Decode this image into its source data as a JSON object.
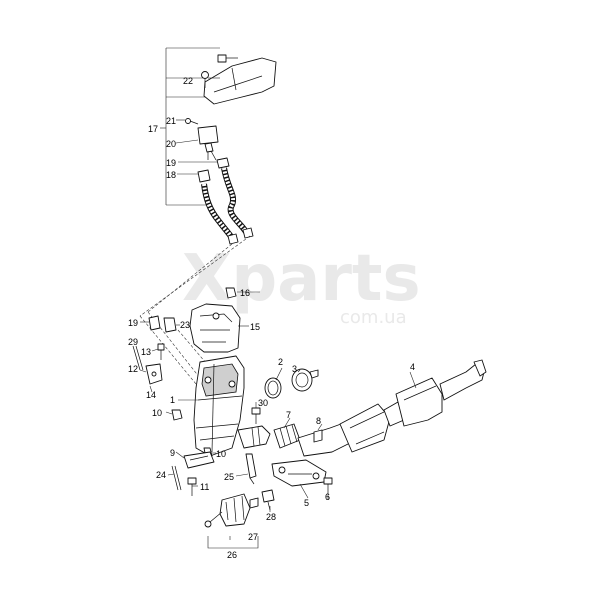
{
  "watermark": {
    "brand": "Xparts",
    "domain": "com.ua"
  },
  "callouts": {
    "c1": "1",
    "c2": "2",
    "c3": "3",
    "c4": "4",
    "c5": "5",
    "c6": "6",
    "c7": "7",
    "c8": "8",
    "c9": "9",
    "c10a": "10",
    "c10b": "10",
    "c11": "11",
    "c12": "12",
    "c13": "13",
    "c14": "14",
    "c15": "15",
    "c16": "16",
    "c17": "17",
    "c18": "18",
    "c19a": "19",
    "c19b": "19",
    "c20": "20",
    "c21": "21",
    "c22": "22",
    "c23": "23",
    "c24": "24",
    "c25": "25",
    "c26": "26",
    "c27": "27",
    "c28": "28",
    "c29": "29",
    "c30": "30"
  }
}
